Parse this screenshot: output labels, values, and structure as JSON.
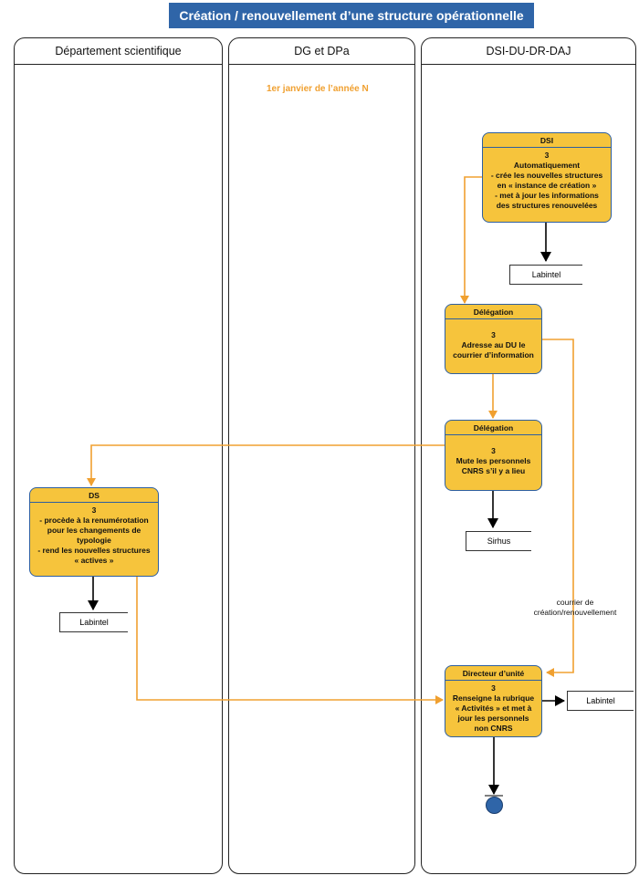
{
  "title": "Création / renouvellement d’une structure opérationnelle",
  "lanes": [
    {
      "label": "Département scientifique"
    },
    {
      "label": "DG et DPa"
    },
    {
      "label": "DSI-DU-DR-DAJ"
    }
  ],
  "start_note": "1er janvier de l’année N",
  "boxes": {
    "dsi": {
      "header": "DSI",
      "number": "3",
      "lines": [
        "Automatiquement",
        "- crée les nouvelles structures",
        "en « instance de création »",
        "- met à jour les informations",
        "des structures renouvelées"
      ]
    },
    "delegation1": {
      "header": "Délégation",
      "number": "3",
      "lines": [
        "Adresse au DU le",
        "courrier d’information"
      ]
    },
    "delegation2": {
      "header": "Délégation",
      "number": "3",
      "lines": [
        "Mute les personnels",
        "CNRS s’il y a lieu"
      ]
    },
    "ds": {
      "header": "DS",
      "number": "3",
      "lines": [
        "- procède à la renumérotation",
        "pour les changements de",
        "typologie",
        "- rend les nouvelles structures",
        "« actives »"
      ]
    },
    "du": {
      "header": "Directeur d’unité",
      "number": "3",
      "lines": [
        "Renseigne la rubrique",
        "« Activités » et met à",
        "jour les personnels",
        "non CNRS"
      ]
    }
  },
  "docs": {
    "labintel1": "Labintel",
    "sirhus": "Sirhus",
    "labintel2": "Labintel",
    "labintel3": "Labintel"
  },
  "annotation": {
    "line1": "courrier de",
    "line2": "création/renouvellement"
  },
  "colors": {
    "title_bg": "#2f65a8",
    "box_fill": "#f6c43c",
    "box_border": "#2e5fa0",
    "flow_orange": "#f0a030",
    "flow_black": "#000000",
    "end_node": "#2f65a8"
  }
}
